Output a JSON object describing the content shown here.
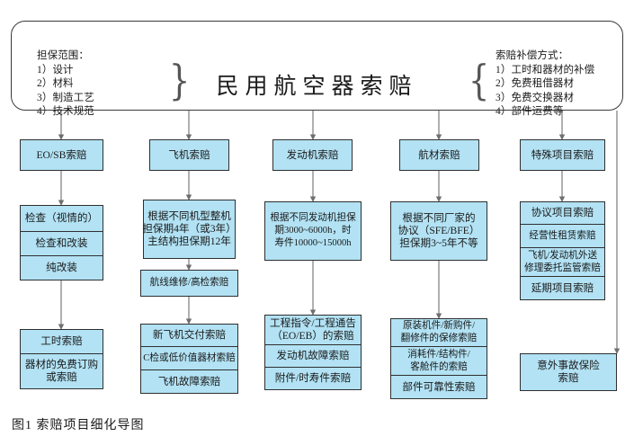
{
  "figure": {
    "title": "民用航空器索赔",
    "caption": "图1  索赔项目细化导图",
    "accent_color": "#b2e2f4",
    "border_color": "#2f2f2f",
    "line_color": "#707070"
  },
  "banner": {
    "left_block": "担保范围：\n1）设计\n2）材料\n3）制造工艺\n4）技术规范",
    "right_block": "索赔补偿方式：\n1）工时和器材的补偿\n2）免费租借器材\n3）免费交换器材\n4）部件运费等",
    "left_brace": "}",
    "right_brace": "{"
  },
  "columns": [
    {
      "head": "EO/SB索赔",
      "g1": [
        "检查（视情的）",
        "检查和改装",
        "纯改装"
      ],
      "g2": [
        "工时索赔",
        "器材的免费订购\n或索赔"
      ]
    },
    {
      "head": "飞机索赔",
      "note": "根据不同机型整机\n担保期4年（或3年）\n主结构担保期12年",
      "mid": "航线维修/高检索赔",
      "g2": [
        "新飞机交付索赔",
        "C检或低价值器材索赔",
        "飞机故障索赔"
      ]
    },
    {
      "head": "发动机索赔",
      "note": "根据不同发动机担保\n期3000~6000h，时\n寿件10000~15000h",
      "g2": [
        "工程指令/工程通告\n（EO/EB）的索赔",
        "发动机故障索赔",
        "附件/时寿件索赔"
      ]
    },
    {
      "head": "航材索赔",
      "note": "根据不同厂家的\n协议（SFE/BFE）\n担保期3~5年不等",
      "g2": [
        "原装机件/新购件/\n翻修件的保修索赔",
        "消耗件/结构件/\n客舱件的索赔",
        "部件可靠性索赔"
      ]
    },
    {
      "head": "特殊项目索赔",
      "g2": [
        "协议项目索赔",
        "经营性租赁索赔",
        "飞机/发动机外送\n修理委托监管索赔",
        "延期项目索赔"
      ],
      "extra": "意外事故保险\n索赔"
    }
  ]
}
